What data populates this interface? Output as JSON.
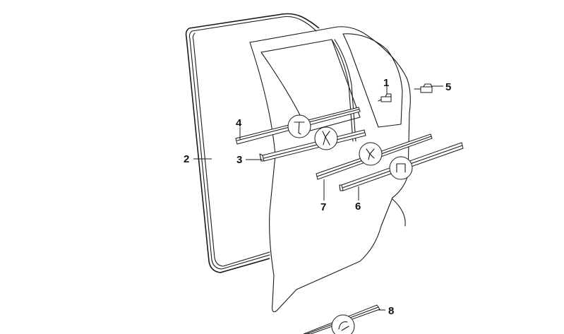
{
  "diagram": {
    "subject": "Rear door seals and window trim strips (exploded parts view)",
    "callouts": [
      {
        "id": "1",
        "label": "1",
        "part": "Clip"
      },
      {
        "id": "2",
        "label": "2",
        "part": "Door seal (frame gasket)"
      },
      {
        "id": "3",
        "label": "3",
        "part": "Inner window channel strip (lower)"
      },
      {
        "id": "4",
        "label": "4",
        "part": "Inner window channel strip (upper)"
      },
      {
        "id": "5",
        "label": "5",
        "part": "Clip"
      },
      {
        "id": "6",
        "label": "6",
        "part": "Outer window shaft seal"
      },
      {
        "id": "7",
        "label": "7",
        "part": "Outer window trim strip"
      },
      {
        "id": "8",
        "label": "8",
        "part": "Lower door seal strip"
      }
    ],
    "profile_glyphs": [
      "T-profile",
      "K-profile",
      "Y-profile",
      "n-profile",
      "hook-profile"
    ],
    "colors": {
      "line": "#1a1a1a",
      "background": "#ffffff"
    }
  }
}
